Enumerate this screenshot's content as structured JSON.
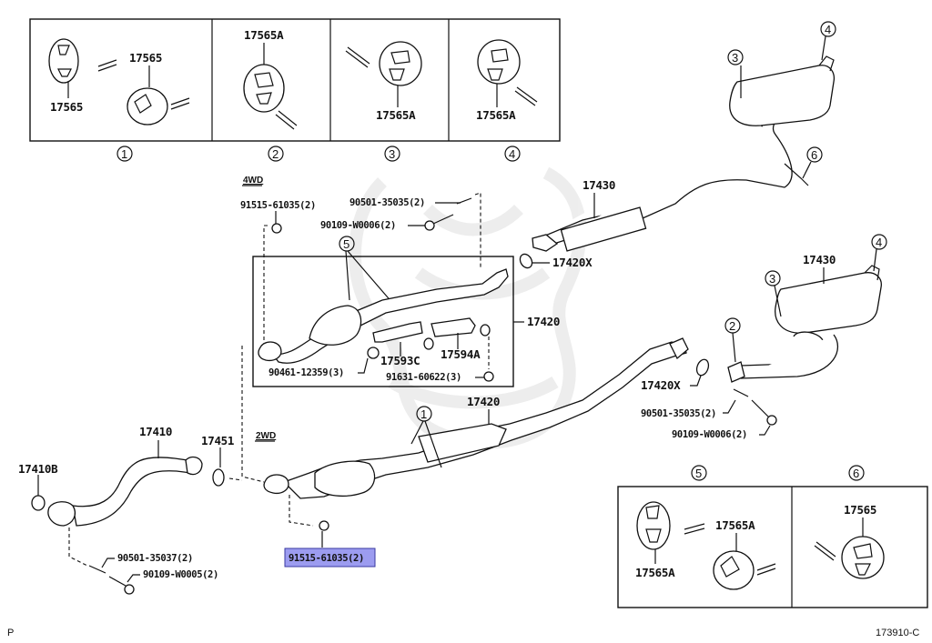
{
  "diagram": {
    "title_code": "173910-C",
    "page_marker": "P",
    "highlight_color": "#9c9cf0",
    "variants": {
      "four_wd": "4WD",
      "two_wd": "2WD"
    },
    "inset_panels": [
      {
        "ref": "1",
        "labels": [
          "17565",
          "17565"
        ]
      },
      {
        "ref": "2",
        "labels": [
          "17565A"
        ]
      },
      {
        "ref": "3",
        "labels": [
          "17565A"
        ]
      },
      {
        "ref": "4",
        "labels": [
          "17565A"
        ]
      },
      {
        "ref": "5",
        "labels": [
          "17565A",
          "17565A"
        ]
      },
      {
        "ref": "6",
        "labels": [
          "17565"
        ]
      }
    ],
    "callouts": {
      "c1": "1",
      "c2": "2",
      "c3": "3",
      "c4": "4",
      "c5": "5",
      "c6": "6"
    },
    "parts": {
      "p17430_upper": "17430",
      "p17430_lower": "17430",
      "p17420x_upper": "17420X",
      "p17420x_lower": "17420X",
      "p17420_4wd": "17420",
      "p17420_2wd": "17420",
      "p17593c": "17593C",
      "p17594a": "17594A",
      "p17410": "17410",
      "p17410b": "17410B",
      "p17451": "17451"
    },
    "bolts": {
      "b91515_4wd": "91515-61035(2)",
      "b90501_4wd": "90501-35035(2)",
      "b90109_4wd": "90109-W0006(2)",
      "b90461": "90461-12359(3)",
      "b91631": "91631-60622(3)",
      "b90501_rear": "90501-35035(2)",
      "b90109_rear": "90109-W0006(2)",
      "b90501_front": "90501-35037(2)",
      "b90109_front": "90109-W0005(2)",
      "b91515_2wd_selected": "91515-61035(2)"
    }
  }
}
